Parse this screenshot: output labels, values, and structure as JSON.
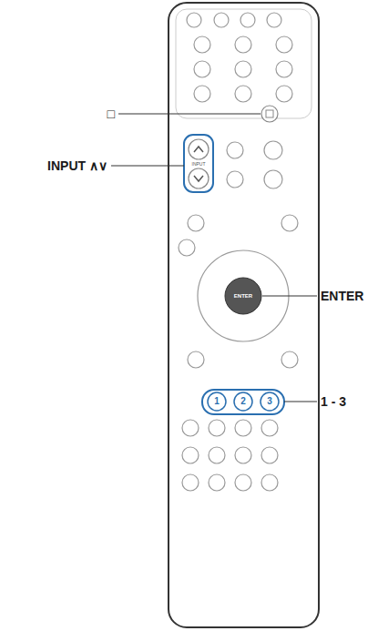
{
  "diagram": {
    "labels": [
      "□",
      "INPUT ∧∨",
      "ENTER",
      "1 - 3",
      "INPUT",
      "ENTER",
      "1",
      "2",
      "3"
    ]
  }
}
